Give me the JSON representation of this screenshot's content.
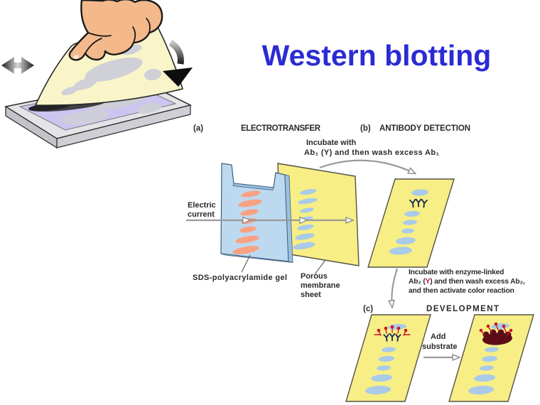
{
  "title": "Western blotting",
  "colors": {
    "title_blue": "#2b2bd4",
    "text_dark": "#2a2a2a",
    "arrow_gray": "#9a9a9a",
    "gel_blue": "#bdd9f0",
    "gel_side_blue": "#9cc0de",
    "gel_outline": "#3f5e7e",
    "band_salmon": "#f8a284",
    "membrane_yellow": "#f7ee85",
    "band_light_blue": "#a9cbe8",
    "sheet_outline": "#55514a",
    "antibody_navy": "#1c2b52",
    "enzyme_red": "#d11326",
    "reaction_maroon": "#5c0c17",
    "tray_gray": "#e4e4e8",
    "tray_side_gray": "#cfcfd6",
    "tray_gel_purple": "#cbc5f0",
    "blot_gray": "#cdced6",
    "blot_dark": "#3f3f44",
    "peel_sheet_yellow": "#f9f5c9",
    "hand_skin": "#f4b98b"
  },
  "icons": {
    "peel_direction_arrow": "left-right double arrow",
    "press_down_arrow": "curved down arrow",
    "electric_current_arrow": "right arrow with open heads",
    "transfer_arrow_a_to_b": "curved right arrow",
    "transfer_arrow_b_to_c": "curved down arrow",
    "add_substrate_arrow": "right arrow with open head"
  },
  "figure": {
    "panel_a": {
      "label": "(a)",
      "heading": "ELECTROTRANSFER",
      "note_line1": "Incubate with",
      "note_line2": "Ab₁ (Y) and then wash excess Ab₁",
      "electric_line1": "Electric",
      "electric_line2": "current",
      "gel_label": "SDS-polyacrylamide gel",
      "membrane_line1": "Porous",
      "membrane_line2": "membrane",
      "membrane_line3": "sheet"
    },
    "panel_b": {
      "label": "(b)",
      "heading": "ANTIBODY DETECTION"
    },
    "panel_c": {
      "label": "(c)",
      "heading": "DEVELOPMENT",
      "note_line1": "Incubate with enzyme-linked",
      "note_line2_pre": "Ab₂ (",
      "note_line2_y": "Y",
      "note_line2_post": ") and then wash excess Ab₂,",
      "note_line3": "and then activate color reaction",
      "substrate_line1": "Add",
      "substrate_line2": "substrate"
    }
  }
}
